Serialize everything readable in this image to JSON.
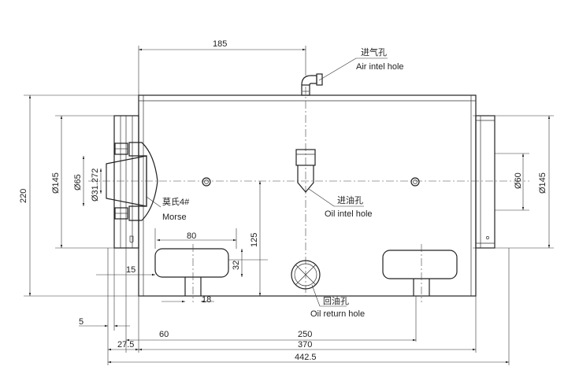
{
  "labels": {
    "air_inlet_cn": "进气孔",
    "air_inlet_en": "Air intel hole",
    "oil_inlet_cn": "进油孔",
    "oil_inlet_en": "Oil intel hole",
    "oil_return_cn": "回油孔",
    "oil_return_en": "Oil return hole",
    "morse_cn": "莫氏4#",
    "morse_en": "Morse"
  },
  "dimensions": {
    "d185": "185",
    "d220": "220",
    "d145_left": "Ø145",
    "d65": "Ø65",
    "d31272": "Ø31.272",
    "d80": "80",
    "d125": "125",
    "d32": "32",
    "d15": "15",
    "d18": "18",
    "d5": "5",
    "d60": "60",
    "d250": "250",
    "d27_5": "27.5",
    "d370": "370",
    "d442_5": "442.5",
    "d60_right": "Ø60",
    "d145_right": "Ø145"
  }
}
